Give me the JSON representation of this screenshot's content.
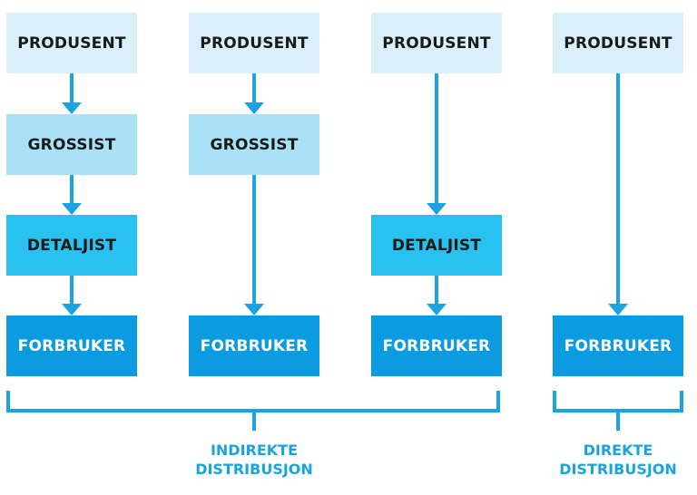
{
  "columns": [
    {
      "levels": [
        "PRODUSENT",
        "GROSSIST",
        "DETALJIST",
        "FORBRUKER"
      ]
    },
    {
      "levels": [
        "PRODUSENT",
        "GROSSIST",
        null,
        "FORBRUKER"
      ]
    },
    {
      "levels": [
        "PRODUSENT",
        null,
        "DETALJIST",
        "FORBRUKER"
      ]
    },
    {
      "levels": [
        "PRODUSENT",
        null,
        null,
        "FORBRUKER"
      ]
    }
  ],
  "groups": [
    {
      "line1": "INDIREKTE",
      "line2": "DISTRIBUSJON"
    },
    {
      "line1": "DIREKTE",
      "line2": "DISTRIBUSJON"
    }
  ],
  "colors": {
    "level0": "#d9f0fb",
    "level1": "#a9e1f7",
    "level2": "#29c2f0",
    "level3": "#0a9be0",
    "line": "#1ba3e0"
  }
}
